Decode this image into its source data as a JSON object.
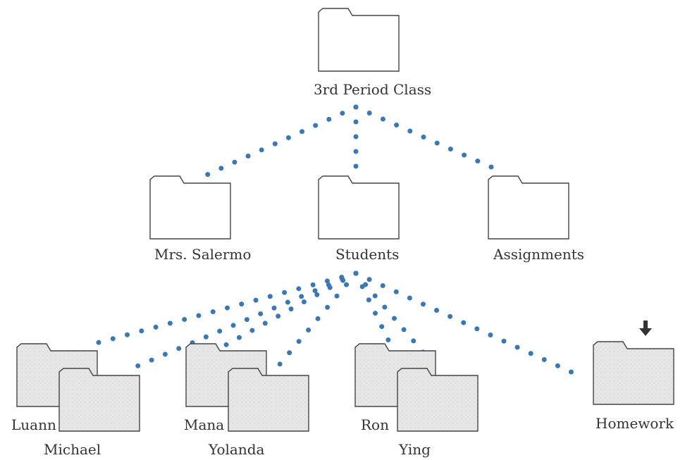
{
  "colors": {
    "connector": "#3a78b5",
    "open_folder_fill": "#ffffff",
    "closed_folder_fill": "#e6e6e6",
    "folder_stroke": "#444444",
    "arrow": "#333333",
    "label_text": "#333333"
  },
  "folders": {
    "root": {
      "label": "3rd Period Class",
      "icon": "folder-icon"
    },
    "teacher": {
      "label": "Mrs. Salermo",
      "icon": "folder-icon"
    },
    "students": {
      "label": "Students",
      "icon": "folder-icon"
    },
    "assignments": {
      "label": "Assignments",
      "icon": "folder-icon"
    },
    "luann": {
      "label": "Luann",
      "icon": "folder-icon"
    },
    "michael": {
      "label": "Michael",
      "icon": "folder-icon"
    },
    "mana": {
      "label": "Mana",
      "icon": "folder-icon"
    },
    "yolanda": {
      "label": "Yolanda",
      "icon": "folder-icon"
    },
    "ron": {
      "label": "Ron",
      "icon": "folder-icon"
    },
    "ying": {
      "label": "Ying",
      "icon": "folder-icon"
    },
    "homework": {
      "label": "Homework",
      "icon": "folder-icon",
      "marker_icon": "down-arrow-icon"
    }
  },
  "connections": [
    [
      "root",
      "teacher"
    ],
    [
      "root",
      "students"
    ],
    [
      "root",
      "assignments"
    ],
    [
      "students",
      "luann"
    ],
    [
      "students",
      "michael"
    ],
    [
      "students",
      "mana"
    ],
    [
      "students",
      "yolanda"
    ],
    [
      "students",
      "ron"
    ],
    [
      "students",
      "ying"
    ],
    [
      "students",
      "homework"
    ]
  ]
}
